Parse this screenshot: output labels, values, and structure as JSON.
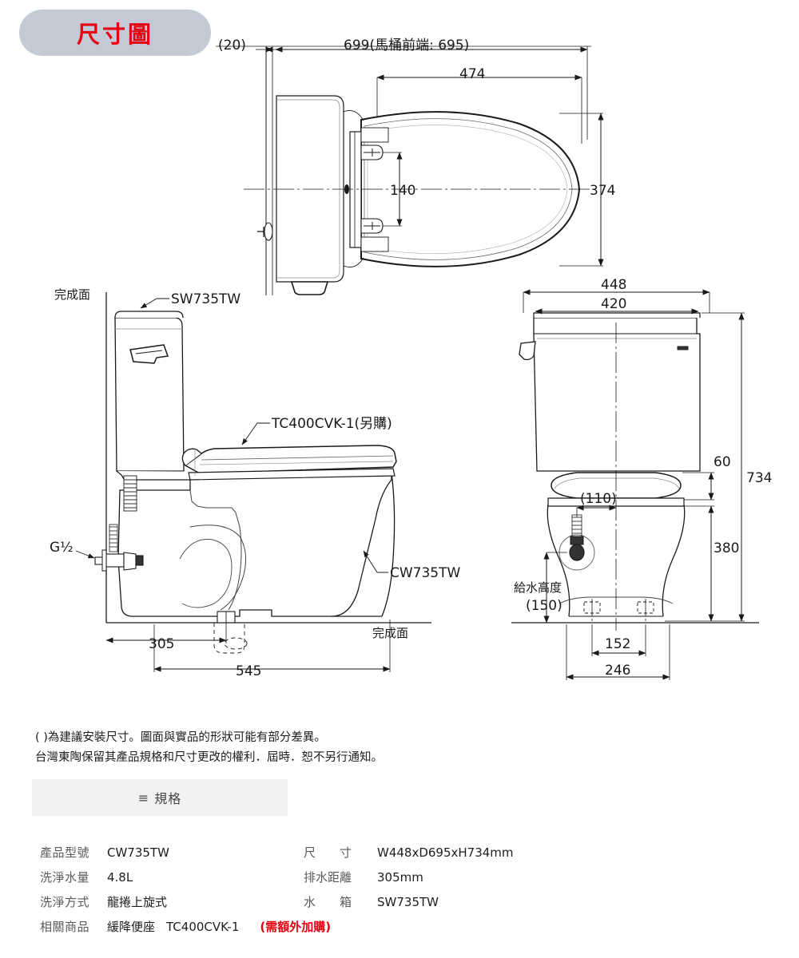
{
  "header": {
    "badge_title": "尺寸圖"
  },
  "drawing": {
    "top_view": {
      "dim_wall_offset": "(20)",
      "dim_depth_total": "699(馬桶前端: 695)",
      "dim_seat_depth": "474",
      "dim_bolt_spacing": "140",
      "dim_width_seat": "374"
    },
    "side_view": {
      "label_finished_face_top": "完成面",
      "label_finished_face_floor": "完成面",
      "callout_tank": "SW735TW",
      "callout_seat": "TC400CVK-1(另購)",
      "callout_bowl": "CW735TW",
      "label_supply_thread": "G½",
      "dim_rough_in": "305",
      "dim_depth_floor": "545"
    },
    "front_view": {
      "dim_width_total": "448",
      "dim_width_tank": "420",
      "dim_seat_thickness": "60",
      "dim_height_total": "734",
      "dim_seat_height": "380",
      "dim_supply_offset": "(110)",
      "label_supply_height": "給水高度",
      "dim_supply_height": "(150)",
      "dim_feet_inner": "152",
      "dim_feet_outer": "246"
    }
  },
  "notes": {
    "line1": "(  )為建議安裝尺寸。圖面與實品的形狀可能有部分差異。",
    "line2": "台灣東陶保留其產品規格和尺寸更改的權利．屆時．恕不另行通知。"
  },
  "spec_header": {
    "icon": "hamburger-icon",
    "label": "規格"
  },
  "spec_table": {
    "rows": [
      {
        "left_key": "產品型號",
        "left_value": "CW735TW",
        "right_key": "尺　　寸",
        "right_value": "W448xD695xH734mm"
      },
      {
        "left_key": "洗淨水量",
        "left_value": "4.8L",
        "right_key": "排水距離",
        "right_value": "305mm"
      },
      {
        "left_key": "洗淨方式",
        "left_value": "龍捲上旋式",
        "right_key": "水　　箱",
        "right_value": "SW735TW"
      }
    ],
    "related": {
      "key": "相關商品",
      "value1": "緩降便座",
      "value2": "TC400CVK-1",
      "note": "(需額外加購)"
    }
  },
  "colors": {
    "badge_bg": "#c3cad6",
    "badge_text": "#e60012",
    "spec_header_bg": "#f2f2f2",
    "note_red": "#e60012",
    "line": "#1a1a1a"
  }
}
